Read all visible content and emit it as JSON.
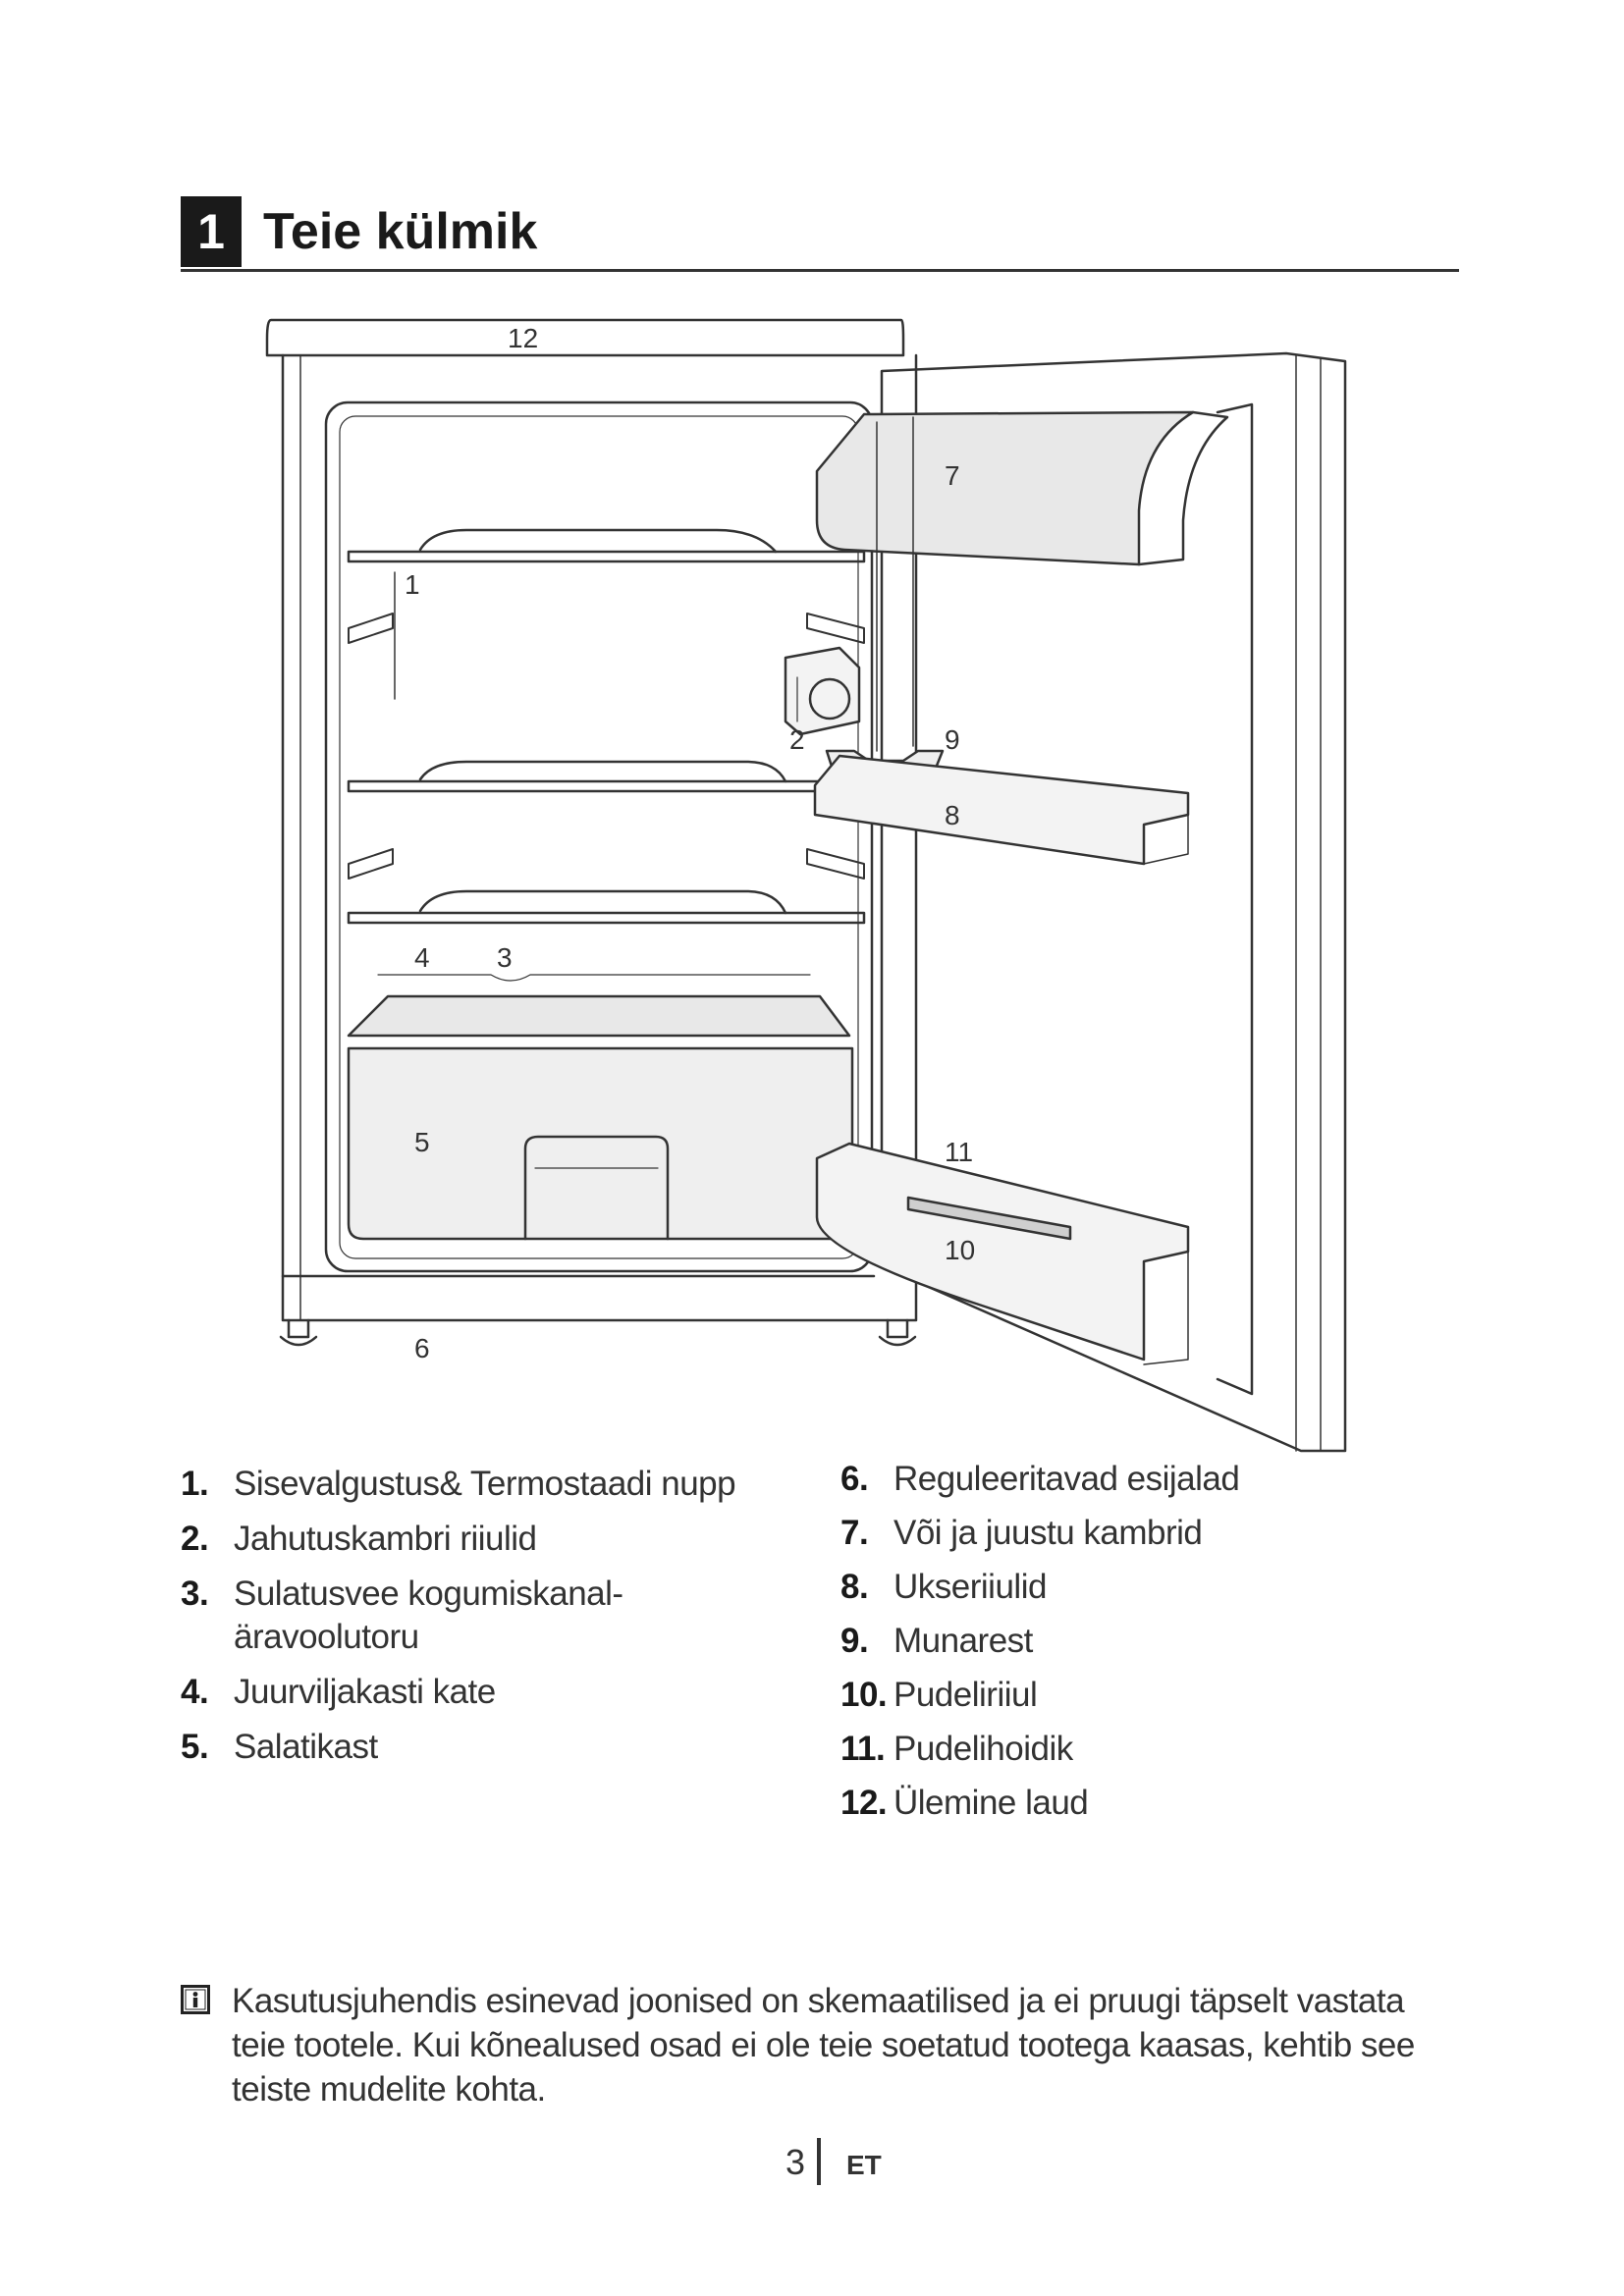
{
  "header": {
    "number": "1",
    "title": "Teie külmik"
  },
  "diagram": {
    "callouts": [
      {
        "id": "12",
        "label": "12"
      },
      {
        "id": "7",
        "label": "7"
      },
      {
        "id": "1",
        "label": "1"
      },
      {
        "id": "2",
        "label": "2"
      },
      {
        "id": "9",
        "label": "9"
      },
      {
        "id": "8",
        "label": "8"
      },
      {
        "id": "4",
        "label": "4"
      },
      {
        "id": "3",
        "label": "3"
      },
      {
        "id": "5",
        "label": "5"
      },
      {
        "id": "11",
        "label": "11"
      },
      {
        "id": "10",
        "label": "10"
      },
      {
        "id": "6",
        "label": "6"
      }
    ]
  },
  "legend": {
    "left": [
      {
        "num": "1.",
        "text": "Sisevalgustus& Termostaadi nupp"
      },
      {
        "num": "2.",
        "text": "Jahutuskambri riiulid"
      },
      {
        "num": "3.",
        "text": "Sulatusvee kogumiskanal-äravoolutoru"
      },
      {
        "num": "4.",
        "text": "Juurviljakasti kate"
      },
      {
        "num": "5.",
        "text": "Salatikast"
      }
    ],
    "right": [
      {
        "num": "6.",
        "text": "Reguleeritavad esijalad"
      },
      {
        "num": "7.",
        "text": "Või ja juustu kambrid"
      },
      {
        "num": "8.",
        "text": "Ukseriiulid"
      },
      {
        "num": "9.",
        "text": "Munarest"
      },
      {
        "num": "10.",
        "text": "Pudeliriiul"
      },
      {
        "num": "11.",
        "text": "Pudelihoidik"
      },
      {
        "num": "12.",
        "text": "Ülemine laud"
      }
    ]
  },
  "note": {
    "icon": "info-icon",
    "text": "Kasutusjuhendis esinevad joonised on skemaatilised ja ei pruugi täpselt vastata teie tootele. Kui kõnealused osad ei ole teie soetatud tootega kaasas, kehtib see teiste mudelite kohta."
  },
  "footer": {
    "page": "3",
    "language": "ET"
  }
}
